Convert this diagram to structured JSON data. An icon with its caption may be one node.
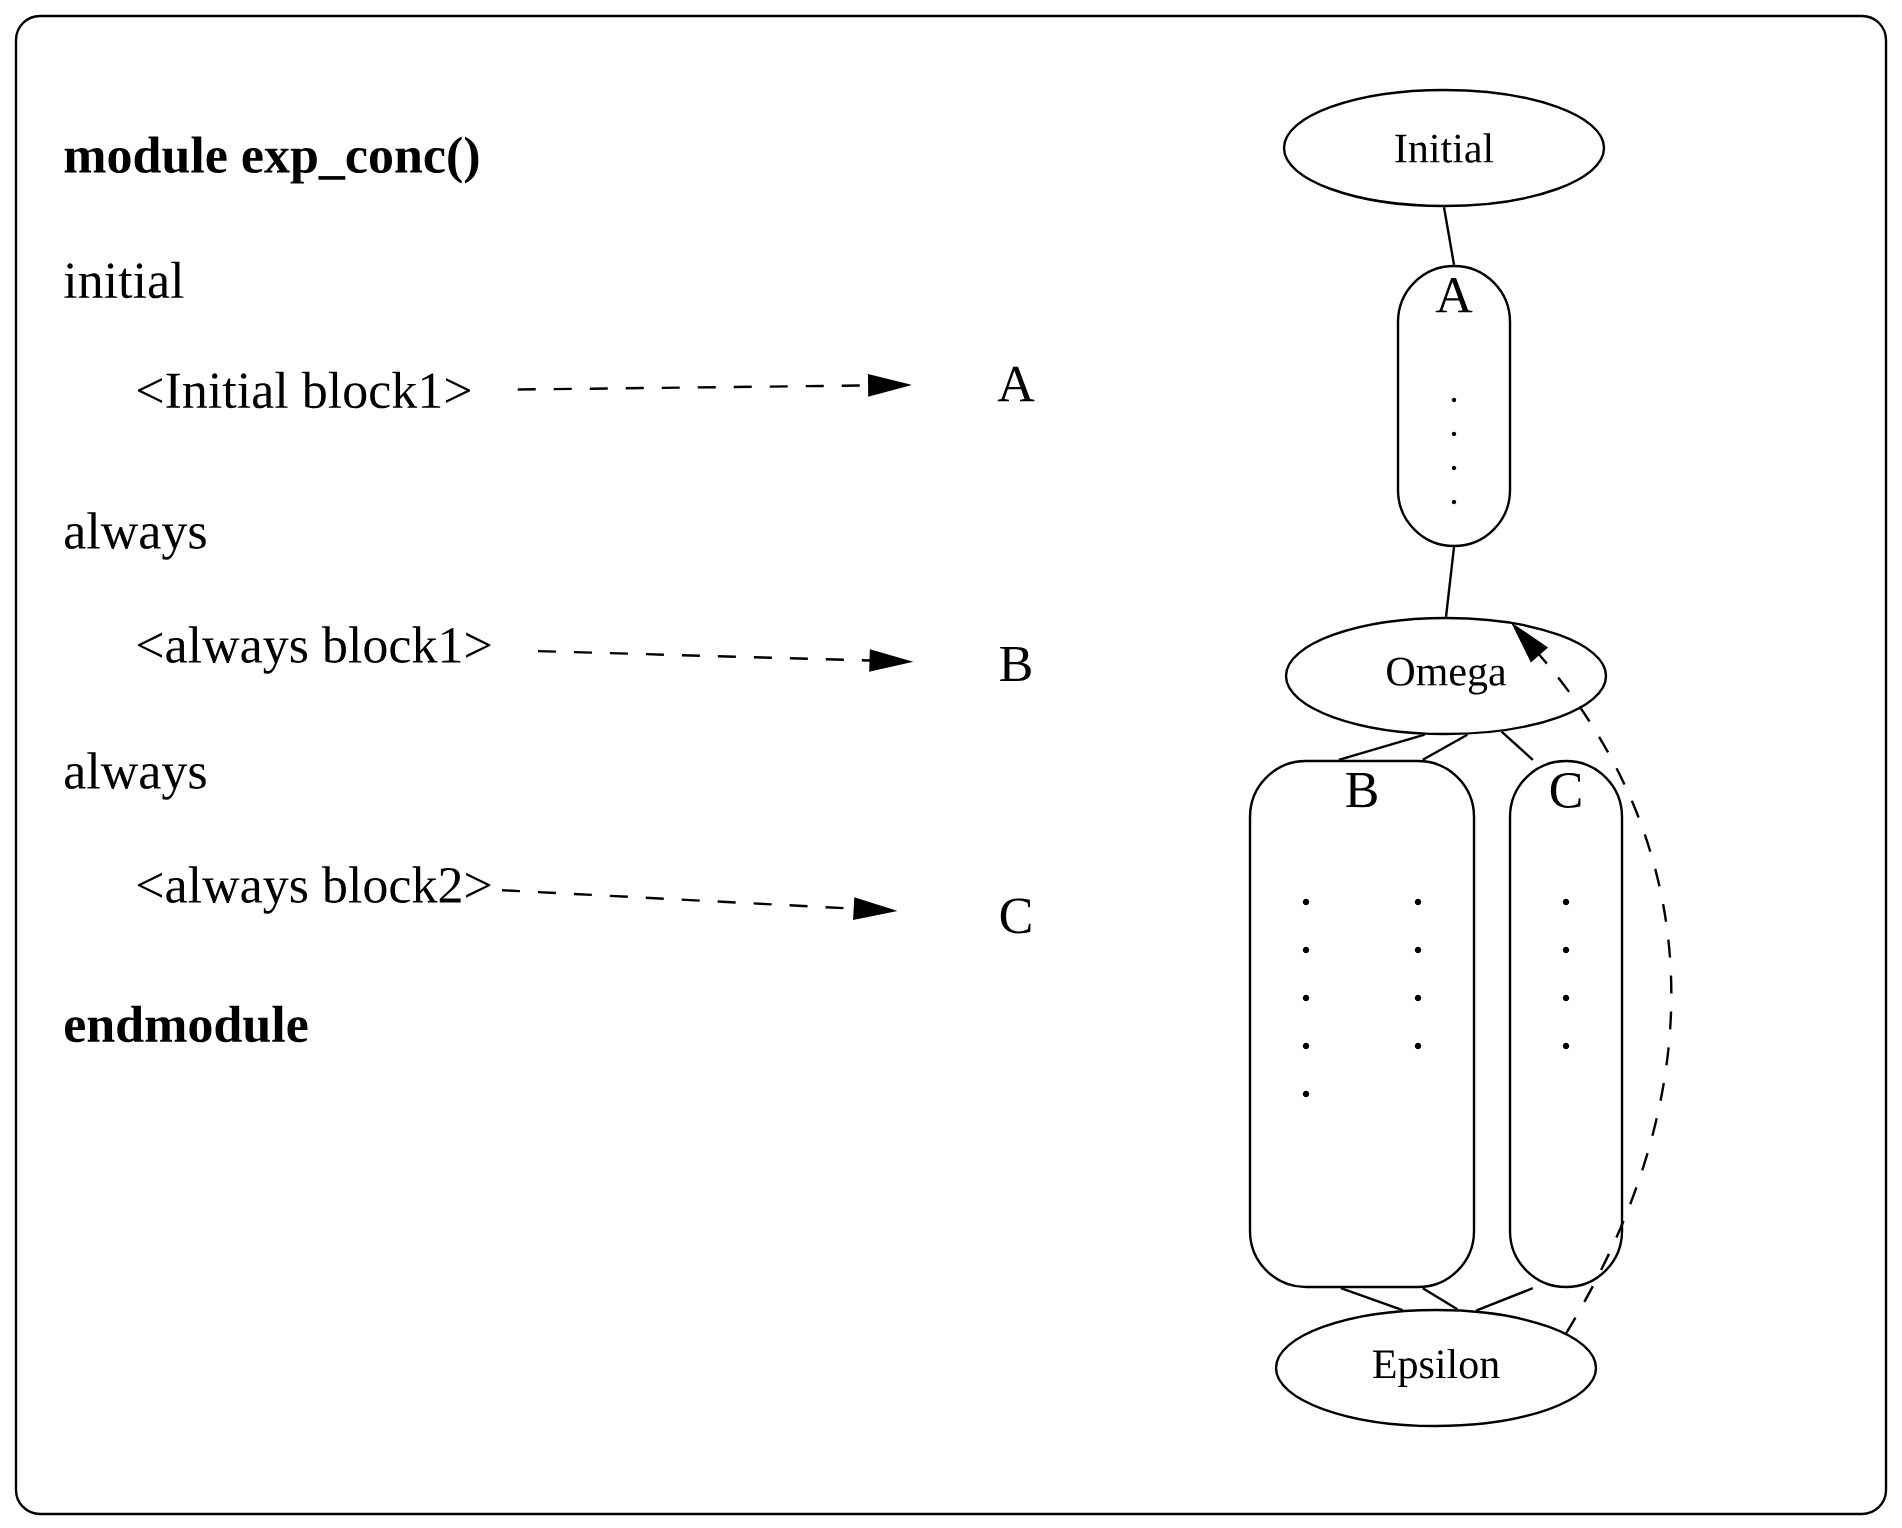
{
  "diagram": {
    "nodes": [
      {
        "text": [
          "<Initial block1>"
        ]
      },
      {
        "text": [
          "A"
        ]
      },
      {
        "text": [
          "<always block1>"
        ]
      },
      {
        "text": [
          "B"
        ]
      },
      {
        "text": [
          "<always block2>"
        ]
      },
      {
        "text": [
          "C"
        ]
      },
      {
        "text": [
          "Initial"
        ]
      },
      {
        "text": [
          "A"
        ]
      },
      {
        "text": [
          "Omega"
        ]
      },
      {
        "text": [
          "B"
        ]
      },
      {
        "text": [
          "C"
        ]
      },
      {
        "text": [
          "Epsilon"
        ]
      }
    ],
    "edges": [
      {
        "from": 0,
        "to": 1,
        "arrow": "to",
        "style": "dashed"
      },
      {
        "from": 2,
        "to": 3,
        "arrow": "to",
        "style": "dashed"
      },
      {
        "from": 4,
        "to": 5,
        "arrow": "to",
        "style": "dashed"
      },
      {
        "from": 6,
        "to": 7,
        "arrow": "none"
      },
      {
        "from": 7,
        "to": 8,
        "arrow": "none"
      },
      {
        "from": 8,
        "to": 9,
        "arrow": "none"
      },
      {
        "from": 8,
        "to": 9,
        "arrow": "none"
      },
      {
        "from": 8,
        "to": 10,
        "arrow": "none"
      },
      {
        "from": 9,
        "to": 11,
        "arrow": "none"
      },
      {
        "from": 9,
        "to": 11,
        "arrow": "none"
      },
      {
        "from": 10,
        "to": 11,
        "arrow": "none"
      },
      {
        "from": 11,
        "to": 8,
        "arrow": "to",
        "style": "dashed"
      }
    ],
    "labels": [
      "module exp_conc()",
      "initial",
      "always",
      "always",
      "endmodule"
    ]
  }
}
